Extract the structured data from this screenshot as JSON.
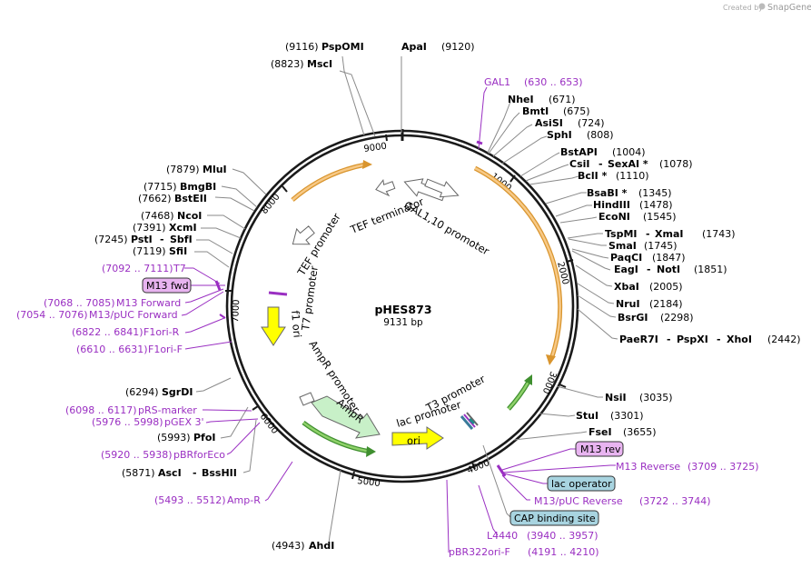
{
  "app": {
    "credit_prefix": "Created by",
    "credit_brand": "SnapGene"
  },
  "plasmid": {
    "name": "pHES873",
    "length_label": "9131 bp"
  },
  "ruler_ticks": [
    "1000",
    "2000",
    "3000",
    "4000",
    "5000",
    "6000",
    "7000",
    "8000",
    "9000"
  ],
  "features": {
    "tef_terminator": "TEF terminator",
    "gal_promoter": "GAL1,10 promoter",
    "tef_promoter": "TEF promoter",
    "t7_promoter": "T7 promoter",
    "f1_ori": "f1 ori",
    "ampr_promoter": "AmpR promoter",
    "ampr": "AmpR",
    "ori": "ori",
    "lac_promoter": "lac promoter",
    "t3_promoter": "T3 promoter"
  },
  "sites_right": [
    {
      "name": "NheI",
      "pos": "(671)"
    },
    {
      "name": "BmtI",
      "pos": "(675)"
    },
    {
      "name": "AsiSI",
      "pos": "(724)"
    },
    {
      "name": "SphI",
      "pos": "(808)"
    },
    {
      "name": "BstAPI",
      "pos": "(1004)"
    },
    {
      "name": "CsiI",
      "sep": "-",
      "name2": "SexAI *",
      "pos": "(1078)"
    },
    {
      "name": "BclI *",
      "pos": "(1110)"
    },
    {
      "name": "BsaBI *",
      "pos": "(1345)"
    },
    {
      "name": "HindIII",
      "pos": "(1478)"
    },
    {
      "name": "EcoNI",
      "pos": "(1545)"
    },
    {
      "name": "TspMI",
      "sep": "-",
      "name2": "XmaI",
      "pos": "(1743)"
    },
    {
      "name": "SmaI",
      "pos": "(1745)"
    },
    {
      "name": "PaqCI",
      "pos": "(1847)"
    },
    {
      "name": "EagI",
      "sep": "-",
      "name2": "NotI",
      "pos": "(1851)"
    },
    {
      "name": "XbaI",
      "pos": "(2005)"
    },
    {
      "name": "NruI",
      "pos": "(2184)"
    },
    {
      "name": "BsrGI",
      "pos": "(2298)"
    },
    {
      "name": "PaeR7I",
      "sep": "-",
      "name2": "PspXI",
      "sep2": "-",
      "name3": "XhoI",
      "pos": "(2442)"
    },
    {
      "name": "NsiI",
      "pos": "(3035)"
    },
    {
      "name": "StuI",
      "pos": "(3301)"
    },
    {
      "name": "FseI",
      "pos": "(3655)"
    }
  ],
  "sites_top": [
    {
      "pos": "(9116)",
      "name": "PspOMI"
    },
    {
      "name": "ApaI",
      "pos": "(9120)"
    },
    {
      "pos": "(8823)",
      "name": "MscI"
    }
  ],
  "sites_left": [
    {
      "pos": "(7879)",
      "name": "MluI"
    },
    {
      "pos": "(7715)",
      "name": "BmgBI"
    },
    {
      "pos": "(7662)",
      "name": "BstEII"
    },
    {
      "pos": "(7468)",
      "name": "NcoI"
    },
    {
      "pos": "(7391)",
      "name": "XcmI"
    },
    {
      "pos": "(7245)",
      "name": "PstI",
      "sep": "-",
      "name2": "SbfI"
    },
    {
      "pos": "(7119)",
      "name": "SfiI"
    },
    {
      "pos": "(6294)",
      "name": "SgrDI"
    },
    {
      "pos": "(5993)",
      "name": "PfoI"
    },
    {
      "pos": "(5871)",
      "name": "AscI",
      "sep": "-",
      "name2": "BssHII"
    },
    {
      "pos": "(4943)",
      "name": "AhdI"
    }
  ],
  "primers": {
    "gal1": {
      "name": "GAL1",
      "range": "(630 .. 653)"
    },
    "t7": {
      "range": "(7092 .. 7111)",
      "name": "T7"
    },
    "m13fwd_box": "M13 fwd",
    "m13_forward": {
      "range": "(7068 .. 7085)",
      "name": "M13 Forward"
    },
    "m13puc_forward": {
      "range": "(7054 .. 7076)",
      "name": "M13/pUC Forward"
    },
    "f1ori_r": {
      "range": "(6822 .. 6841)",
      "name": "F1ori-R"
    },
    "f1ori_f": {
      "range": "(6610 .. 6631)",
      "name": "F1ori-F"
    },
    "prs_marker": {
      "range": "(6098 .. 6117)",
      "name": "pRS-marker"
    },
    "pgex3": {
      "range": "(5976 .. 5998)",
      "name": "pGEX 3'"
    },
    "pbrforeco": {
      "range": "(5920 .. 5938)",
      "name": "pBRforEco"
    },
    "amp_r": {
      "range": "(5493 .. 5512)",
      "name": "Amp-R"
    },
    "m13rev_box": "M13 rev",
    "m13_reverse": {
      "name": "M13 Reverse",
      "range": "(3709 .. 3725)"
    },
    "lac_operator_box": "lac operator",
    "m13puc_reverse": {
      "name": "M13/pUC Reverse",
      "range": "(3722 .. 3744)"
    },
    "cap_box": "CAP binding site",
    "l4440": {
      "name": "L4440",
      "range": "(3940 .. 3957)"
    },
    "pbr322ori_f": {
      "name": "pBR322ori-F",
      "range": "(4191 .. 4210)"
    }
  },
  "colors": {
    "backbone": "#1a1a1a",
    "orange_feature": "#e8a33c",
    "green_feature": "#5cb85c",
    "yellow_feature": "#ffff00",
    "light_green": "#c8f0c8",
    "primer_purple": "#9a2fc2",
    "primer_box_purple": "#e8b4f0",
    "blue_box": "#a8d4e0"
  }
}
